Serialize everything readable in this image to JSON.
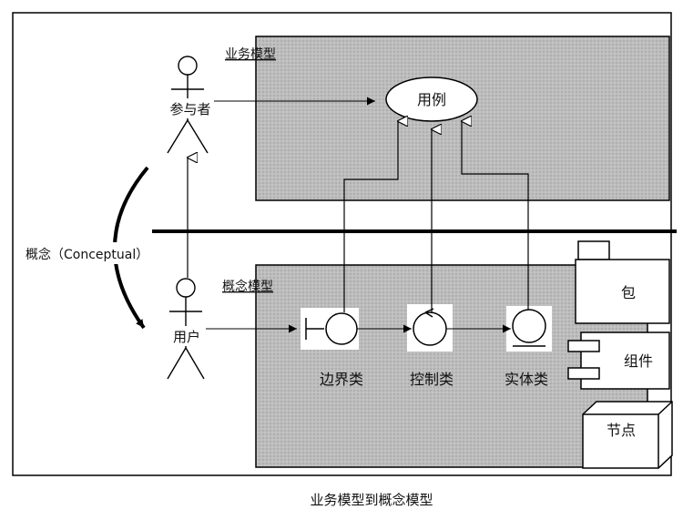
{
  "caption": "业务模型到概念模型",
  "business_model": {
    "label": "业务模型",
    "use_case": "用例"
  },
  "actors": {
    "participant": "参与者",
    "user": "用户"
  },
  "concept_arrow_label": "概念（Conceptual）",
  "concept_model": {
    "label": "概念模型",
    "classes": {
      "boundary": "边界类",
      "control": "控制类",
      "entity": "实体类"
    }
  },
  "side_items": {
    "package": "包",
    "component": "组件",
    "node": "节点"
  }
}
